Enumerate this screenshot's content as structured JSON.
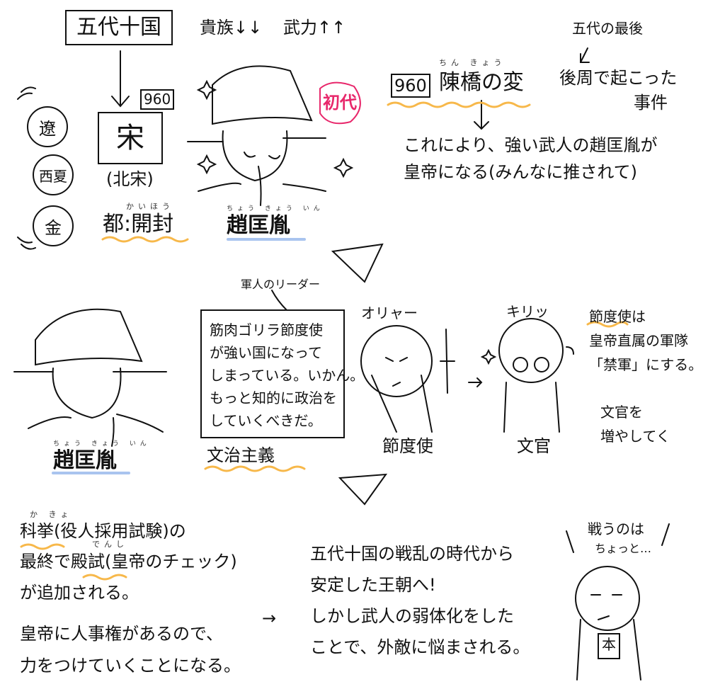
{
  "header": {
    "title": "五代十国",
    "nobility": "貴族↓↓",
    "military": "武力↑↑"
  },
  "note_end": {
    "line1": "五代の最後",
    "line2": "後周で起こった",
    "line3": "事件"
  },
  "song": {
    "year": "960",
    "name": "宋",
    "sub": "(北宋)",
    "capital_furigana": "かいほう",
    "capital": "都:開封"
  },
  "neighbors": [
    "遼",
    "西夏",
    "金"
  ],
  "zhao1": {
    "badge": "初代",
    "furigana": "ちょう きょう いん",
    "name": "趙匡胤"
  },
  "chenqiao": {
    "year": "960",
    "furigana": "ちん きょう",
    "name": "陳橋の変",
    "result1": "これにより、強い武人の趙匡胤が",
    "result2": "皇帝になる(みんなに推されて)"
  },
  "zhao2": {
    "furigana": "ちょう きょう いん",
    "name": "趙匡胤"
  },
  "speech": {
    "annotation": "軍人のリーダー",
    "lines": [
      "筋肉ゴリラ節度使",
      "が強い国になって",
      "しまっている。いかん。",
      "もっと知的に政治を",
      "していくべきだ。"
    ],
    "label": "文治主義"
  },
  "figures": {
    "left_shout": "オリャー",
    "left_label": "節度使",
    "right_shout": "キリッ",
    "right_label": "文官"
  },
  "reform": {
    "lines": [
      "節度使は",
      "皇帝直属の軍隊",
      "「禁軍」にする。"
    ],
    "more": [
      "文官を",
      "増やしてく"
    ]
  },
  "exam": {
    "furigana1": "か きょ",
    "line1": "科挙(役人採用試験)の",
    "furigana2": "でんし",
    "line2": "最終で殿試(皇帝のチェック)",
    "line3": "が追加される。",
    "line4": "皇帝に人事権があるので、",
    "line5": "力をつけていくことになる。"
  },
  "conclusion": {
    "arrow": "→",
    "lines": [
      "五代十国の戦乱の時代から",
      "安定した王朝へ!",
      "しかし武人の弱体化をした",
      "ことで、外敵に悩まされる。"
    ]
  },
  "scholar": {
    "speech1": "戦うのは",
    "speech2": "ちょっと…",
    "book": "本"
  },
  "colors": {
    "underline": "#f7b84a",
    "blue": "#a9c4ef",
    "pink": "#e8276b"
  }
}
